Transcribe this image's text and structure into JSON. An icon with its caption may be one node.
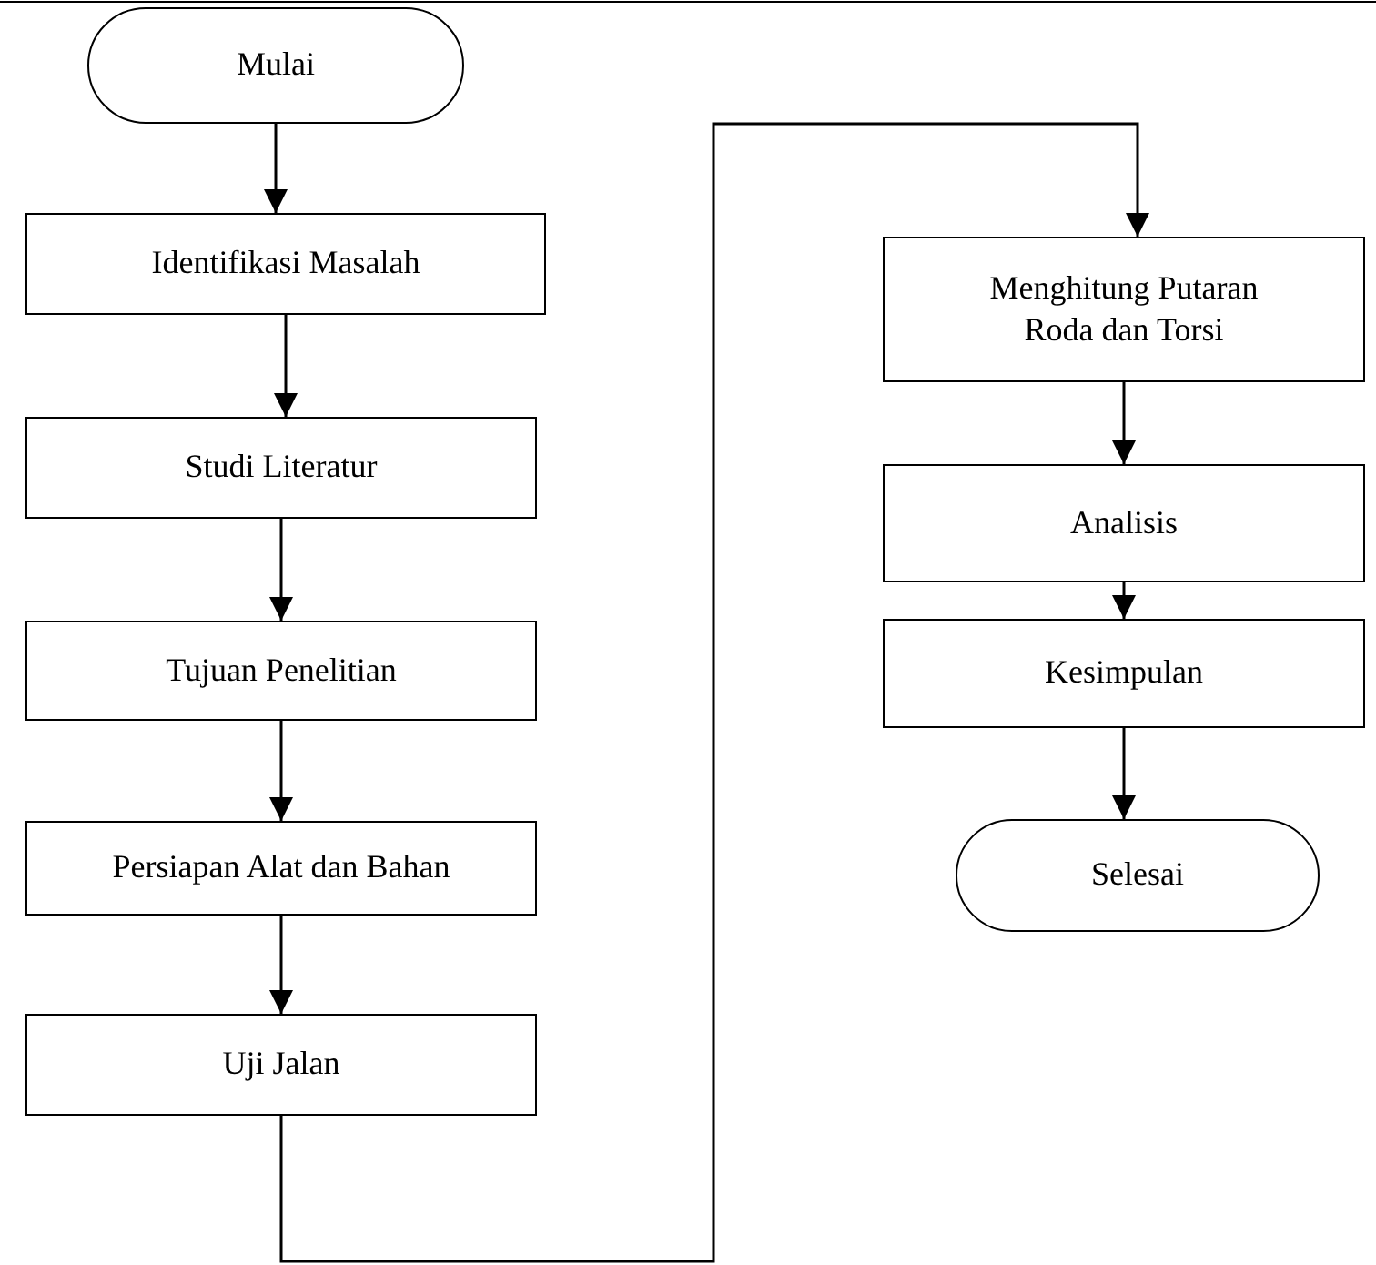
{
  "diagram": {
    "nodes": [
      {
        "text": [
          "Mulai"
        ]
      },
      {
        "text": [
          "Identifikasi Masalah"
        ]
      },
      {
        "text": [
          "Studi Literatur"
        ]
      },
      {
        "text": [
          "Tujuan Penelitian"
        ]
      },
      {
        "text": [
          "Persiapan Alat dan Bahan"
        ]
      },
      {
        "text": [
          "Uji Jalan"
        ]
      },
      {
        "text": [
          "Menghitung Putaran Roda dan Torsi"
        ]
      },
      {
        "text": [
          "Analisis"
        ]
      },
      {
        "text": [
          "Kesimpulan"
        ]
      },
      {
        "text": [
          "Selesai"
        ]
      }
    ],
    "edges": [
      {
        "from": 0,
        "to": 1,
        "arrow": "to"
      },
      {
        "from": 1,
        "to": 2,
        "arrow": "to"
      },
      {
        "from": 2,
        "to": 3,
        "arrow": "to"
      },
      {
        "from": 3,
        "to": 4,
        "arrow": "to"
      },
      {
        "from": 4,
        "to": 5,
        "arrow": "to"
      },
      {
        "from": 5,
        "to": 6,
        "arrow": "to"
      },
      {
        "from": 6,
        "to": 7,
        "arrow": "to"
      },
      {
        "from": 7,
        "to": 8,
        "arrow": "to"
      },
      {
        "from": 8,
        "to": 9,
        "arrow": "to"
      }
    ]
  }
}
